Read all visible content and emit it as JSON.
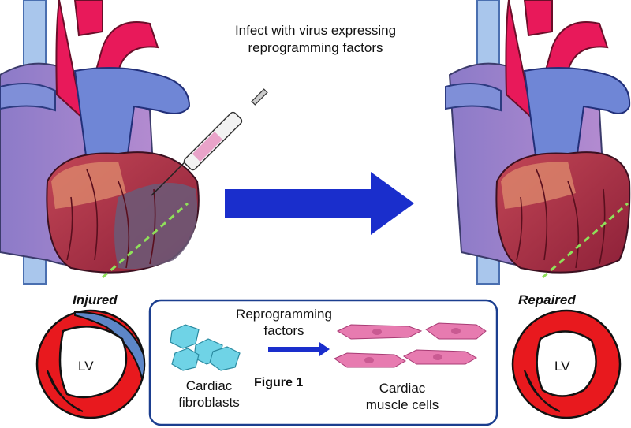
{
  "header": {
    "line1": "Infect with virus expressing",
    "line2": "reprogramming factors"
  },
  "hearts": {
    "injured_label": "Injured",
    "repaired_label": "Repaired"
  },
  "cross_sections": {
    "injured_lv": "LV",
    "repaired_lv": "LV"
  },
  "figure": {
    "title": "Figure 1",
    "arrow_label_line1": "Reprogramming",
    "arrow_label_line2": "factors",
    "left_line1": "Cardiac",
    "left_line2": "fibroblasts",
    "right_line1": "Cardiac",
    "right_line2": "muscle cells"
  },
  "colors": {
    "aorta": "#e8195a",
    "vessel_blue": "#6f86d6",
    "myocardium": "#a8324a",
    "injured_scar": "#6b5a78",
    "arrow_blue": "#1a2ecc",
    "fibroblast": "#6fd3e6",
    "muscle_cell": "#e77bb0",
    "box_border": "#1b3e8f",
    "lv_red": "#e8191e",
    "lv_blue": "#5d86c7"
  }
}
